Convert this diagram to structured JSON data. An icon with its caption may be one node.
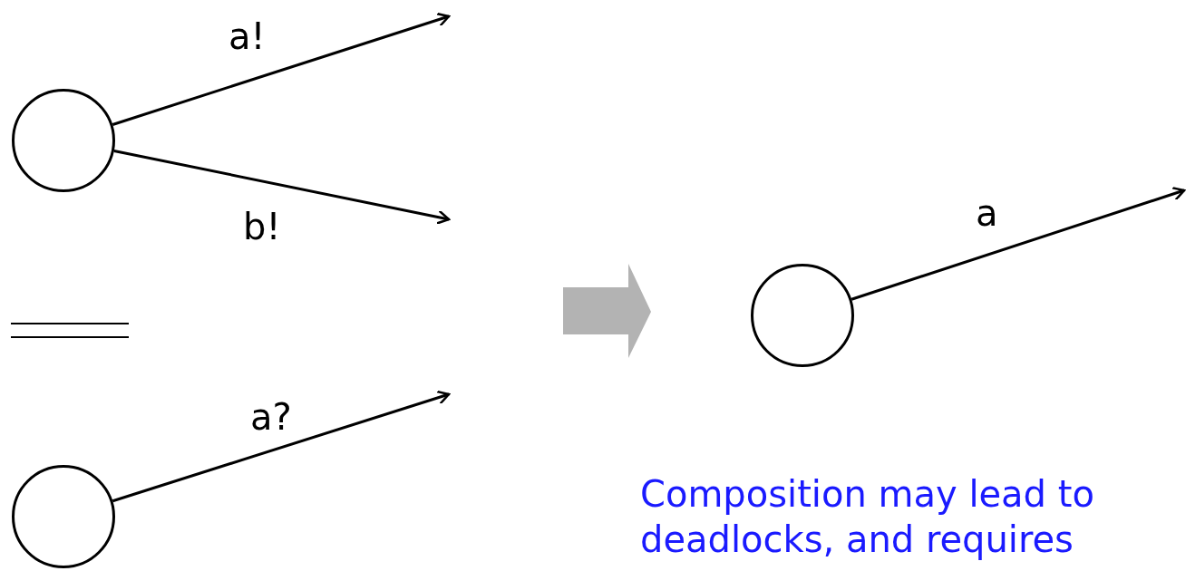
{
  "diagram": {
    "nodes": [
      {
        "text": [],
        "shape": "circle"
      },
      {
        "text": [],
        "shape": "circle"
      },
      {
        "text": [],
        "shape": "circle"
      }
    ],
    "edges": [
      {
        "from": 0,
        "to": null,
        "arrow": "to",
        "label": "a!"
      },
      {
        "from": 0,
        "to": null,
        "arrow": "to",
        "label": "b!"
      },
      {
        "from": 1,
        "to": null,
        "arrow": "to",
        "label": "a?"
      },
      {
        "from": 2,
        "to": null,
        "arrow": "to",
        "label": "a"
      }
    ],
    "labels": [
      "Composition may lead to deadlocks, and requires"
    ]
  }
}
